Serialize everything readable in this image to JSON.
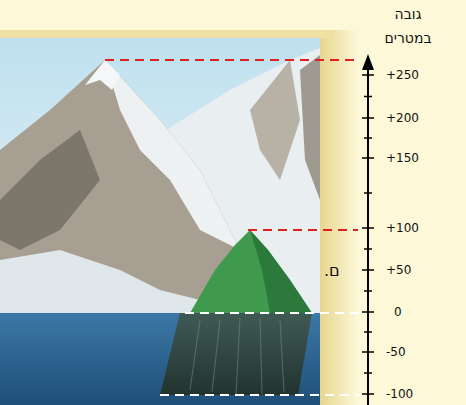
{
  "diagram": {
    "labels": [
      "גובה",
      "במטרים",
      "+250",
      "+200",
      "+150",
      "+100",
      "+50",
      "0",
      "-50",
      "-100",
      "ם."
    ]
  }
}
